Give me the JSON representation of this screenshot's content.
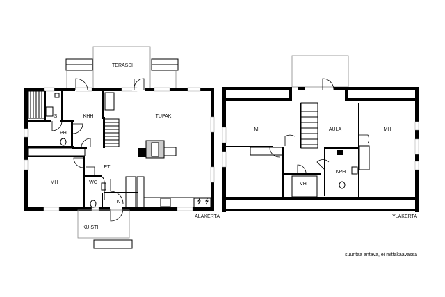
{
  "ground_floor": {
    "title": "ALAKERTA",
    "rooms": {
      "terrace": "TERASSI",
      "sauna": "S",
      "utility": "KHH",
      "living_kitchen": "TUPAK.",
      "washroom": "PH",
      "bedroom": "MH",
      "hall": "ET",
      "toilet": "WC",
      "technical": "TK",
      "porch": "KUISTI"
    }
  },
  "upper_floor": {
    "title": "YLÄKERTA",
    "rooms": {
      "bedroom_left": "MH",
      "lobby": "AULA",
      "bedroom_right": "MH",
      "bathroom": "KPH",
      "closet": "VH"
    }
  },
  "note": "suuntaa antava, ei mittakaavassa"
}
